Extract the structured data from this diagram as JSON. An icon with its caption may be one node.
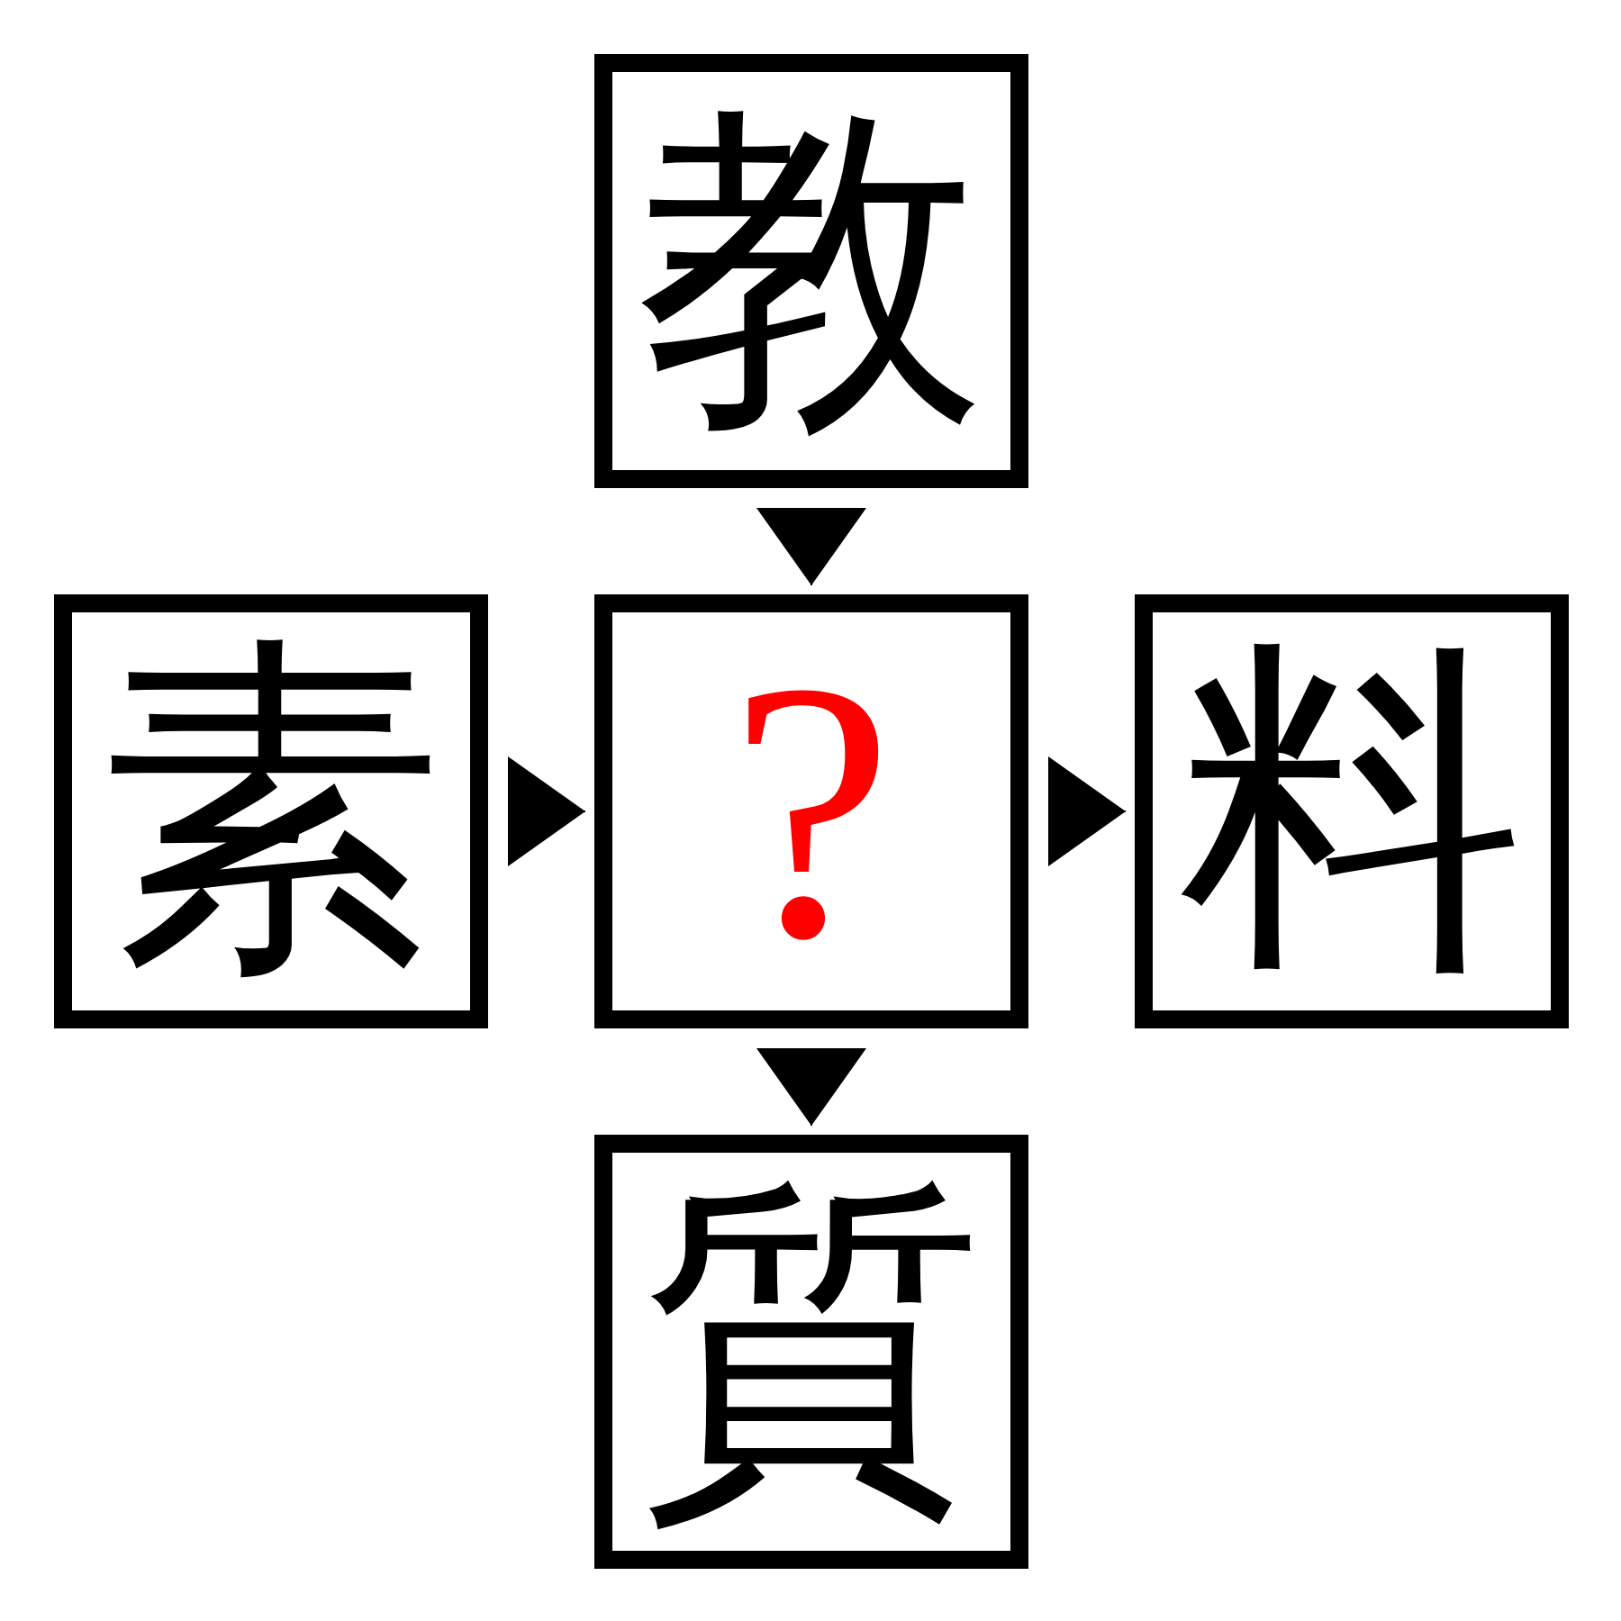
{
  "diagram": {
    "nodes": [
      {
        "text": [
          "教"
        ]
      },
      {
        "text": [
          "素"
        ]
      },
      {
        "text": [
          "?"
        ]
      },
      {
        "text": [
          "料"
        ]
      },
      {
        "text": [
          "質"
        ]
      }
    ],
    "edges": [
      {
        "from": 0,
        "to": 2,
        "arrow": "to"
      },
      {
        "from": 1,
        "to": 2,
        "arrow": "to"
      },
      {
        "from": 2,
        "to": 3,
        "arrow": "to"
      },
      {
        "from": 2,
        "to": 4,
        "arrow": "to"
      }
    ]
  }
}
